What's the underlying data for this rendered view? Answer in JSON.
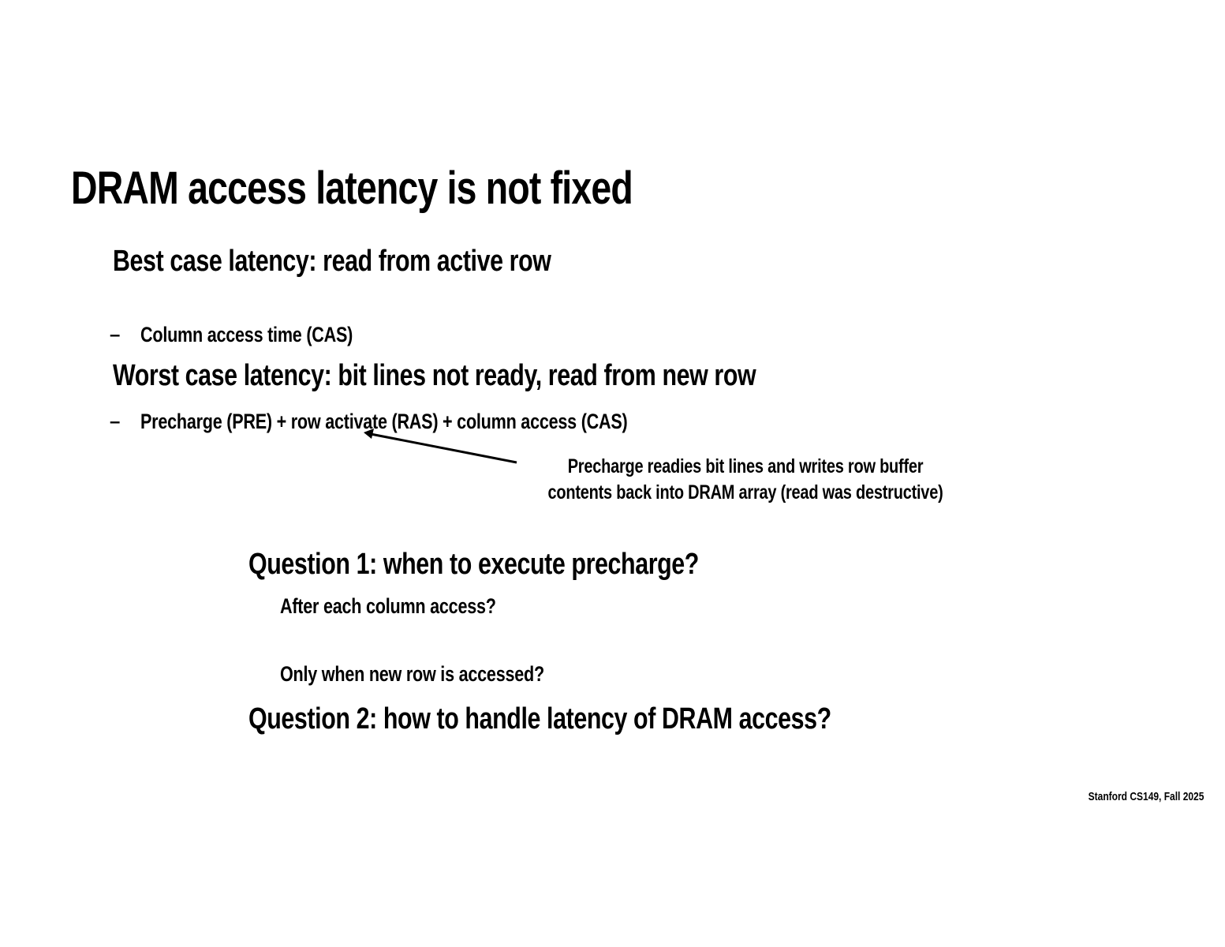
{
  "slide": {
    "title": "DRAM access latency is not fixed",
    "best_case": {
      "heading": "Best case latency: read from active row",
      "bullet_marker": "–",
      "bullet": "Column access time (CAS)"
    },
    "worst_case": {
      "heading": "Worst case latency: bit lines not ready, read from new row",
      "bullet_marker": "–",
      "bullet": "Precharge (PRE) + row activate (RAS) + column access (CAS)"
    },
    "annotation": {
      "line1": "Precharge readies bit lines and writes row buffer",
      "line2": "contents back into DRAM array (read was destructive)"
    },
    "question1": {
      "heading": "Question 1: when to execute precharge?",
      "option1": "After each column access?",
      "option2": "Only when new row is accessed?"
    },
    "question2": {
      "heading": "Question 2: how to handle latency of DRAM access?"
    },
    "footer": "Stanford CS149, Fall 2025"
  }
}
